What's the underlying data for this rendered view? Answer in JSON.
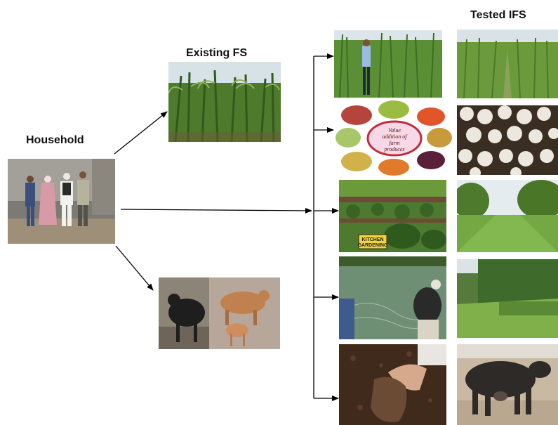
{
  "labels": {
    "household": "Household",
    "existing_fs": "Existing FS",
    "tested_ifs": "Tested IFS"
  },
  "value_addition_sign": "Value addition of farm produces",
  "kitchen_sign": "KITCHEN GARDENING",
  "colors": {
    "arrow": "#000000",
    "crop_green": "#4f7f2a",
    "sky": "#dfe8ef",
    "soil": "#5b4330"
  }
}
